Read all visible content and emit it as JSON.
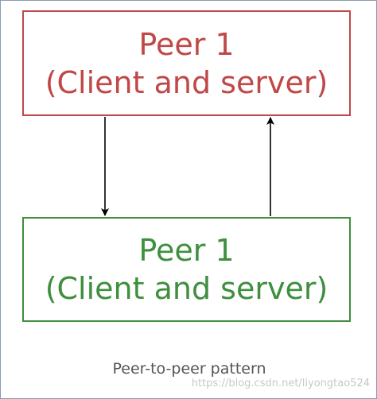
{
  "diagram": {
    "nodes": [
      {
        "id": "peer-top",
        "line1": "Peer 1",
        "line2": "(Client and server)",
        "color": "#c04848"
      },
      {
        "id": "peer-bottom",
        "line1": "Peer 1",
        "line2": "(Client and server)",
        "color": "#3e8f3e"
      }
    ],
    "edges": [
      {
        "from": "peer-top",
        "to": "peer-bottom"
      },
      {
        "from": "peer-bottom",
        "to": "peer-top"
      }
    ],
    "caption": "Peer-to-peer pattern"
  },
  "watermark": "https://blog.csdn.net/liyongtao524",
  "colors": {
    "border": "#8a9bb0",
    "arrow": "#000000",
    "caption": "#555555"
  }
}
